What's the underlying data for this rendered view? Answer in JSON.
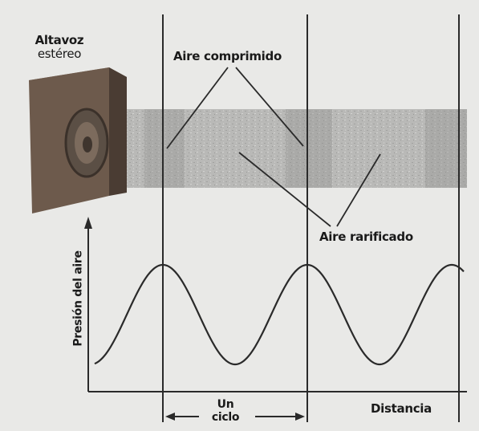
{
  "speaker": {
    "title": "Altavoz",
    "subtitle": "estéreo"
  },
  "labels": {
    "compressed_air": "Aire comprimido",
    "rarefied_air": "Aire rarificado",
    "air_pressure": "Presión del aire",
    "distance": "Distancia",
    "cycle_line1": "Un",
    "cycle_line2": "ciclo"
  },
  "colors": {
    "background": "#e9e9e7",
    "stroke": "#2a2a2a",
    "speaker_front": "#6d5a4c",
    "speaker_side": "#4a3c33",
    "speaker_cone": "#5b4f45",
    "sound_band": "#b9b9b7"
  }
}
